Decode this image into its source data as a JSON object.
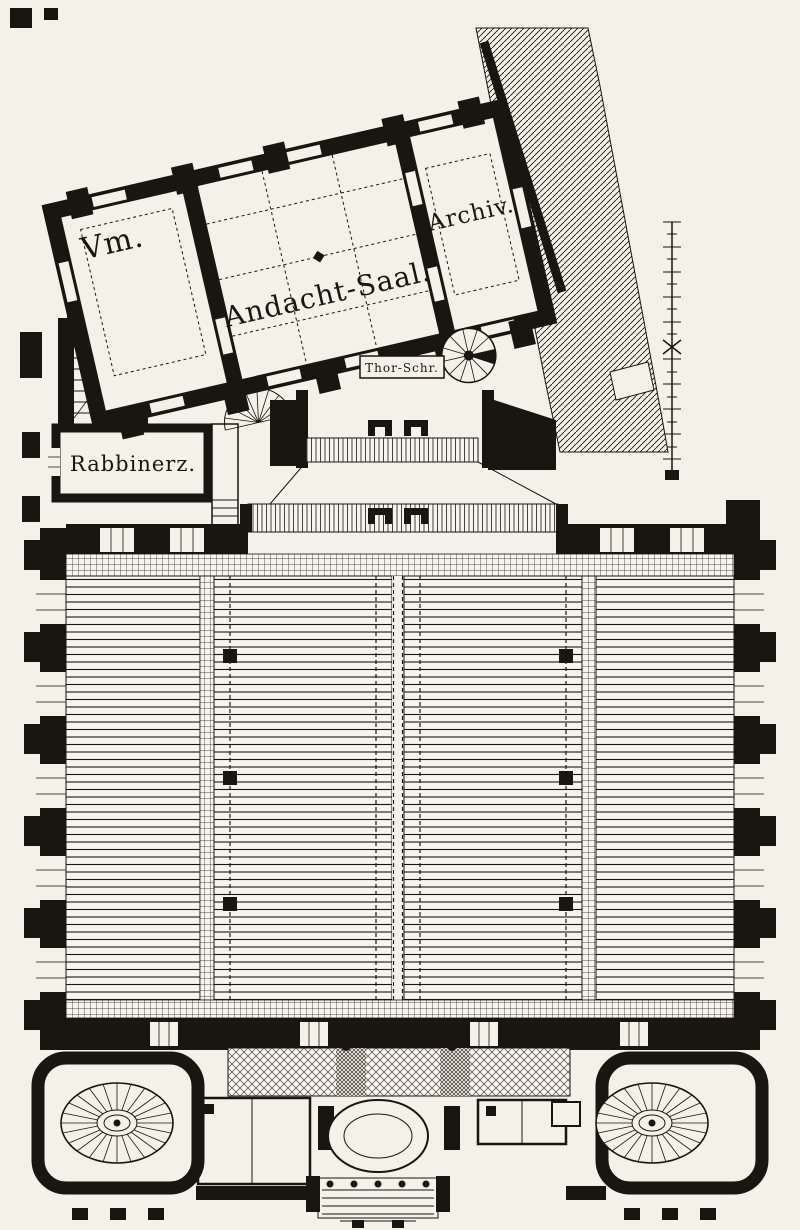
{
  "figure": {
    "kind": "synagogue-floor-plan-engraving",
    "colors": {
      "paper": "#f4f1e8",
      "ink": "#19150f"
    },
    "rooms": {
      "vestibule_label": "Vm.",
      "prayer_hall_label": "Andacht-Saal.",
      "archive_label": "Archiv.",
      "rabbi_room_label": "Rabbinerz.",
      "torah_ark_label": "Thor-Schr."
    }
  }
}
